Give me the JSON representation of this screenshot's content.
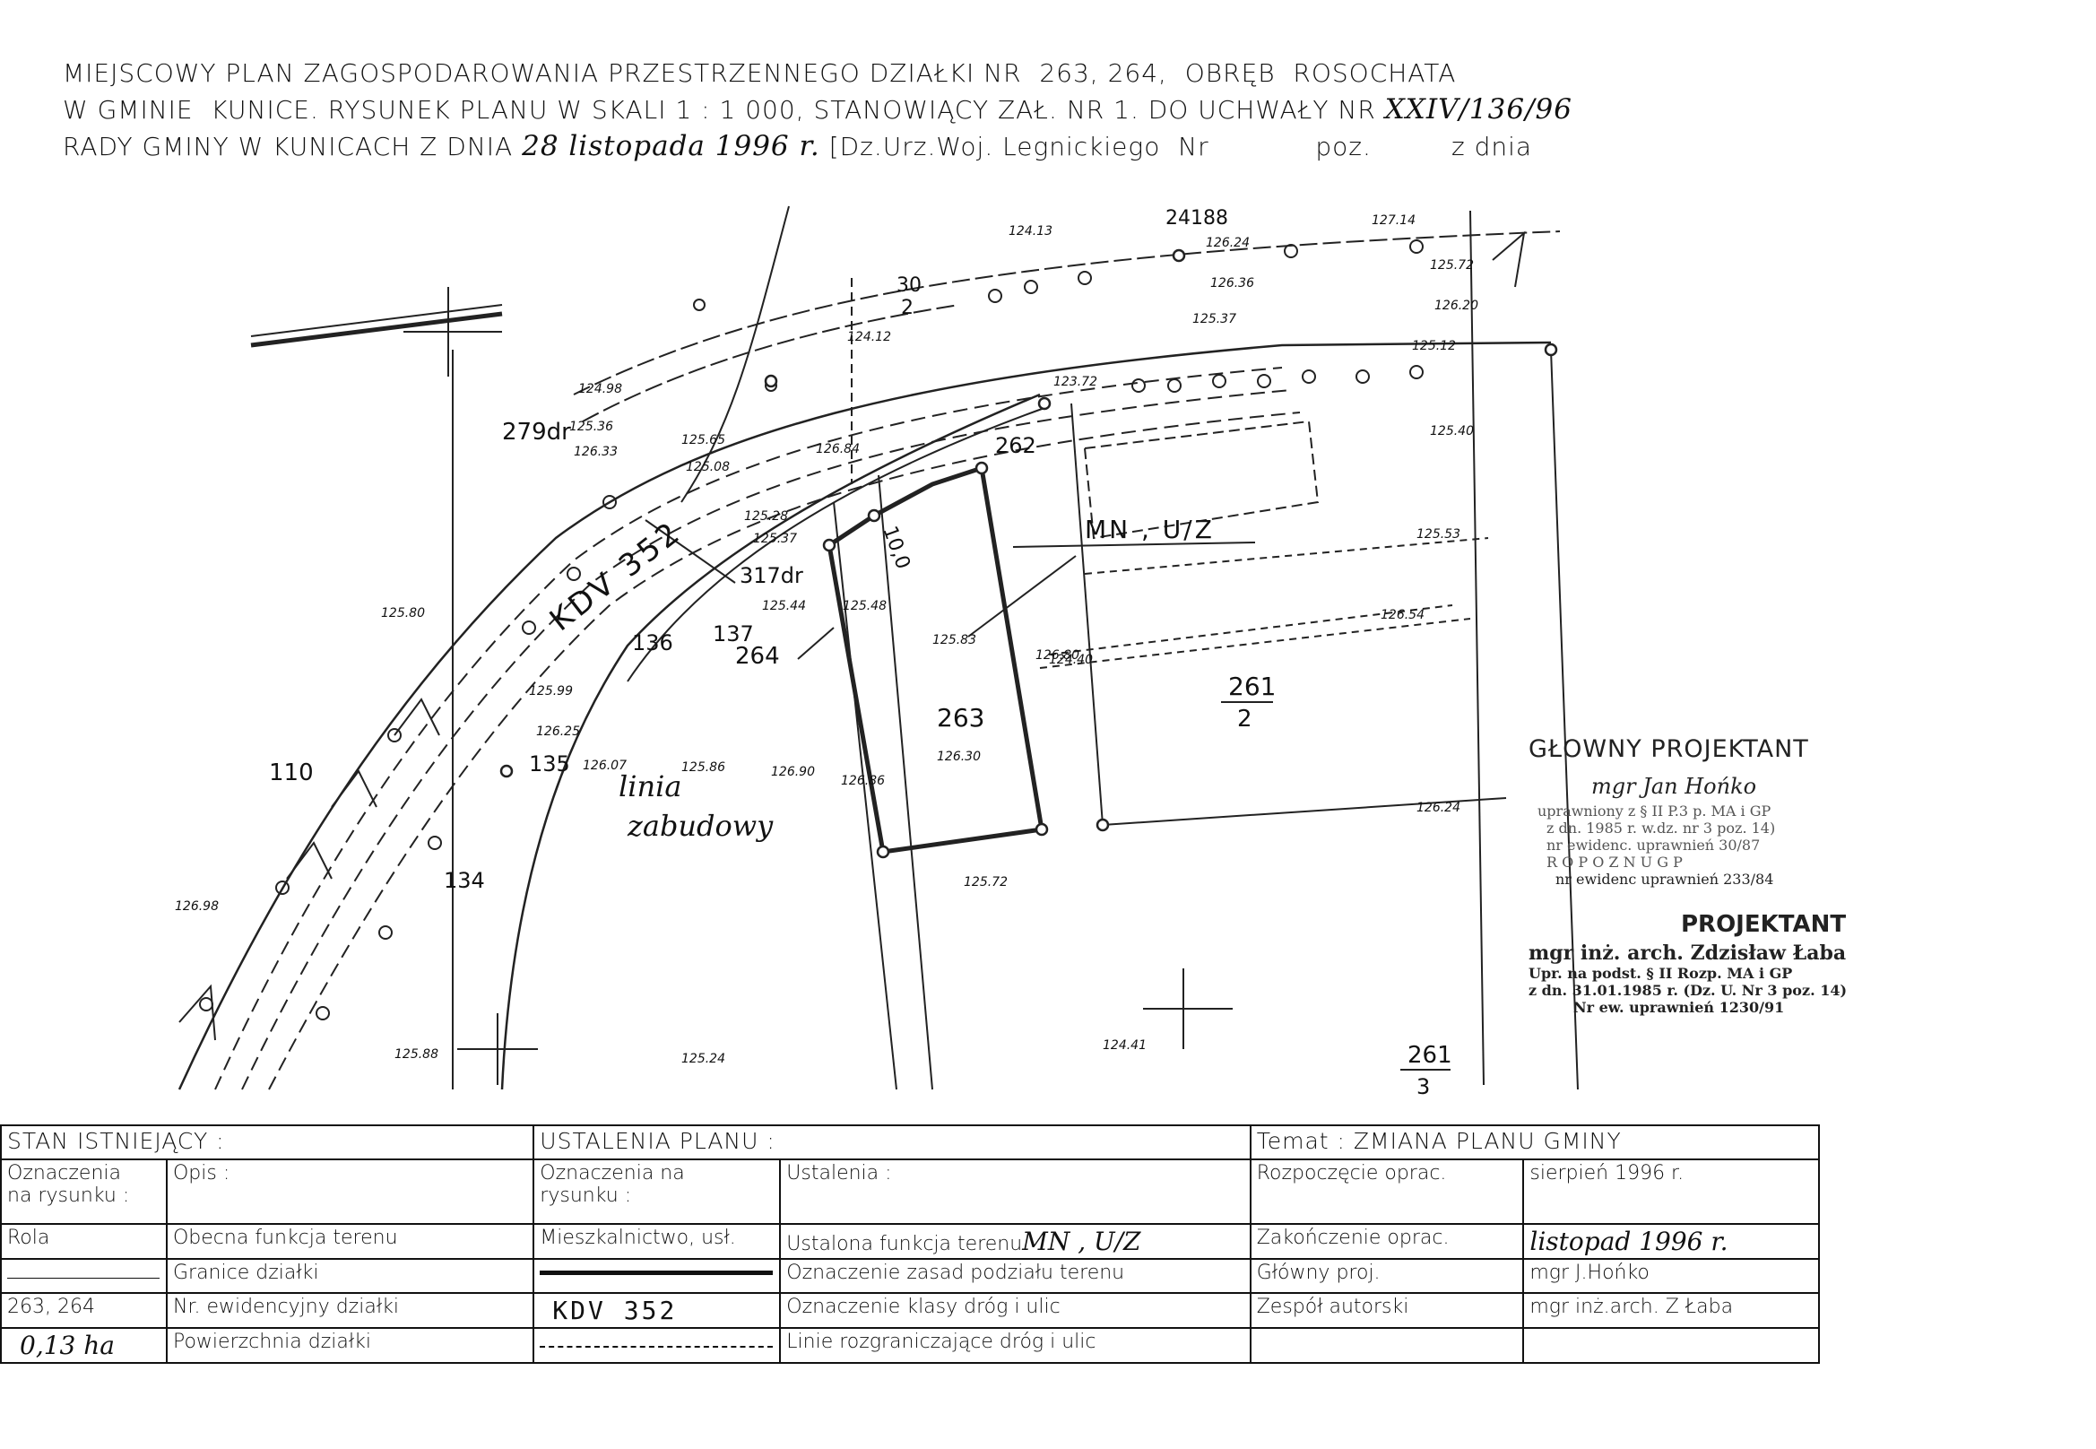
{
  "header": {
    "line1": "MIEJSCOWY PLAN ZAGOSPODAROWANIA PRZESTRZENNEGO DZIAŁKI NR  263, 264,  OBRĘB  ROSOCHATA",
    "line2_prefix": "W GMINIE  KUNICE. RYSUNEK PLANU W SKALI 1 : 1 000, STANOWIĄCY ZAŁ. NR 1. DO UCHWAŁY NR",
    "line2_hand": "XXIV/136/96",
    "line3_prefix": "RADY GMINY W KUNICACH Z DNIA",
    "line3_hand": "28 listopada 1996 r.",
    "line3_suffix": "[Dz.Urz.Woj. Legnickiego  Nr            poz.         z dnia"
  },
  "map": {
    "parcels": {
      "p24188": "24188",
      "p30": "30",
      "p30_den": "2",
      "p279dr": "279dr",
      "p262": "262",
      "p317dr": "317dr",
      "p137": "137",
      "p136": "136",
      "p264": "264",
      "p263": "263",
      "p261_2": "261",
      "p261_2_den": "2",
      "p261_3": "261",
      "p261_3_den": "3",
      "p110": "110",
      "p135": "135",
      "p134": "134"
    },
    "road_label": "KDV 352",
    "zone_label": "MN , U/Z",
    "dim_label": "10,0",
    "build_line": "linia",
    "build_line2": "zabudowy",
    "elevations": [
      "124.13",
      "127.14",
      "126.24",
      "125.72",
      "126.36",
      "125.37",
      "126.20",
      "124.12",
      "125.12",
      "124.98",
      "123.72",
      "125.36",
      "125.65",
      "125.08",
      "126.33",
      "126.84",
      "125.40",
      "125.28",
      "125.37",
      "125.80",
      "125.44",
      "125.53",
      "125.48",
      "125.83",
      "126.80",
      "124.40",
      "125.99",
      "126.25",
      "126.07",
      "125.86",
      "126.90",
      "126.86",
      "126.30",
      "125.72",
      "126.24",
      "126.98",
      "125.88",
      "125.24",
      "124.41",
      "126.54"
    ]
  },
  "stamp": {
    "title": "GŁOWNY PROJEKTANT",
    "name1": "mgr Jan Hońko",
    "line1": "uprawniony z § II P.3 p. MA i GP",
    "line2": "z dn. 1985 r. w.dz. nr 3 poz. 14)",
    "line3": "nr ewidenc. uprawnień 30/87",
    "line4": "R O P O Z N    U G P",
    "line5": "nr ewidenc uprawnień 233/84",
    "title2": "PROJEKTANT",
    "name2": "mgr inż. arch. Zdzisław Łaba",
    "line6": "Upr. na podst. § II Rozp. MA i GP",
    "line7": "z dn. 31.01.1985 r. (Dz. U. Nr 3 poz. 14)",
    "line8": "Nr ew. uprawnień 1230/91"
  },
  "legend": {
    "stan": "STAN  ISTNIEJĄCY :",
    "ustalenia": "USTALENIA  PLANU :",
    "temat": "Temat : ZMIANA PLANU GMINY",
    "col_ozn": "Oznaczenia\nna rysunku :",
    "col_opis": "Opis :",
    "col_ozn2": "Oznaczenia na\nrysunku :",
    "col_ust": "Ustalenia :",
    "rozpoczecie": "Rozpoczęcie oprac.",
    "rozpoczecie_val": "sierpień 1996 r.",
    "r1_ozn": "Rola",
    "r1_opis": "Obecna funkcja terenu",
    "r1_ozn2": "Mieszkalnictwo, usł.",
    "r1_ust": "Ustalona funkcja terenu",
    "r1_ust_hand": "MN , U/Z",
    "r1_k": "Zakończenie oprac.",
    "r1_v": "listopad 1996 r.",
    "r2_opis": "Granice działki",
    "r2_ust": "Oznaczenie zasad podziału terenu",
    "r2_k": "Główny proj.",
    "r2_v": "mgr J.Hońko",
    "r3_ozn": "263, 264",
    "r3_opis": "Nr. ewidencyjny działki",
    "r3_ozn2": "KDV 352",
    "r3_ust": "Oznaczenie klasy dróg i ulic",
    "r3_k": "Zespół autorski",
    "r3_v": "mgr inż.arch. Z Łaba",
    "r4_ozn": "0,13 ha",
    "r4_opis": "Powierzchnia działki",
    "r4_ust": "Linie rozgraniczające dróg i ulic"
  }
}
